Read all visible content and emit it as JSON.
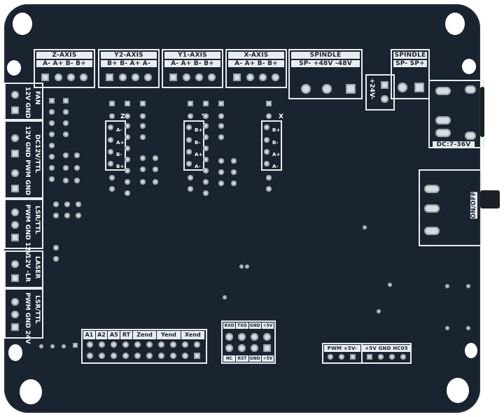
{
  "board": {
    "description": "CNC / laser engraver controller PCB, bottom view",
    "colors": {
      "solder_mask": "#1a2330",
      "silkscreen": "#e8ecef",
      "pads": "#d9dde0",
      "background": "#ffffff"
    }
  },
  "top_connectors": [
    {
      "title": "Z-AXIS",
      "pins": "A- A+ B- B+"
    },
    {
      "title": "Y2-AXIS",
      "pins": "B+ B- A+ A-"
    },
    {
      "title": "Y1-AXIS",
      "pins": "A- A+ B- B+"
    },
    {
      "title": "X-AXIS",
      "pins": "A- A+ B- B+"
    },
    {
      "title": "SPINDLE",
      "pins": "SP- +48V -48V"
    },
    {
      "title": "SPINDLE",
      "pins": "SP- SP+"
    }
  ],
  "power_24v_label": "+24V-",
  "dc_input_label": "DC:7-36V",
  "switch_label": "ON/OFF",
  "driver_markers": {
    "z": "Z",
    "y": "Y",
    "x": "X"
  },
  "driver_pins": {
    "z": [
      "A-",
      "A+",
      "B-",
      "B+"
    ],
    "y": [
      "B+",
      "B-",
      "A+",
      "A-"
    ],
    "x": [
      "B+",
      "B-",
      "A+",
      "A-"
    ]
  },
  "left_connectors": [
    {
      "title": "FAN",
      "pins": "12V GND"
    },
    {
      "title": "DC12V/TTL",
      "pins": "12V GND PWM GND"
    },
    {
      "title": "LSR/TTL",
      "pins": "PWM GND 12V"
    },
    {
      "title": "LASER",
      "pins": "12V -LR"
    },
    {
      "title": "LSR/TTL",
      "pins": "PWM GND 24V"
    }
  ],
  "limit_header": {
    "labels": [
      "A1",
      "A2",
      "A5",
      "RT",
      "Zend",
      "Yend",
      "Xend"
    ]
  },
  "uart_header": {
    "top": [
      "RXD",
      "TXD",
      "GND",
      "+5V"
    ],
    "bottom": [
      "NC",
      "RST",
      "GND",
      "+5V"
    ]
  },
  "aux_header": {
    "left": "PWM +5V-",
    "right": "+5V GND HC05"
  }
}
